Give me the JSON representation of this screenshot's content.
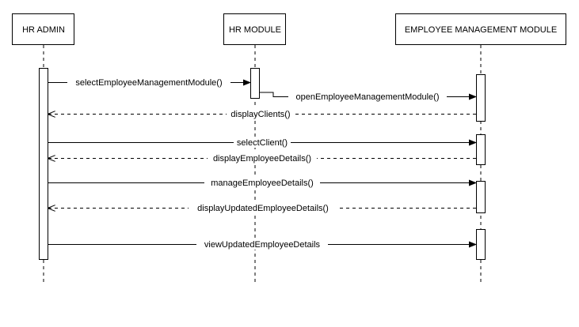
{
  "diagram": {
    "actors": [
      {
        "id": "hr_admin",
        "label": "HR ADMIN"
      },
      {
        "id": "hr_module",
        "label": "HR MODULE"
      },
      {
        "id": "emp_module",
        "label": "EMPLOYEE MANAGEMENT MODULE"
      }
    ],
    "messages": [
      {
        "from": "hr_admin",
        "to": "hr_module",
        "label": "selectEmployeeManagementModule()",
        "style": "solid"
      },
      {
        "from": "hr_module",
        "to": "emp_module",
        "label": "openEmployeeManagementModule()",
        "style": "solid"
      },
      {
        "from": "emp_module",
        "to": "hr_admin",
        "label": "displayClients()",
        "style": "dashed"
      },
      {
        "from": "hr_admin",
        "to": "emp_module",
        "label": "selectClient()",
        "style": "solid"
      },
      {
        "from": "emp_module",
        "to": "hr_admin",
        "label": "displayEmployeeDetails()",
        "style": "dashed"
      },
      {
        "from": "hr_admin",
        "to": "emp_module",
        "label": "manageEmployeeDetails()",
        "style": "solid"
      },
      {
        "from": "emp_module",
        "to": "hr_admin",
        "label": "displayUpdatedEmployeeDetails()",
        "style": "dashed"
      },
      {
        "from": "hr_admin",
        "to": "emp_module",
        "label": "viewUpdatedEmployeeDetails",
        "style": "solid"
      }
    ]
  }
}
